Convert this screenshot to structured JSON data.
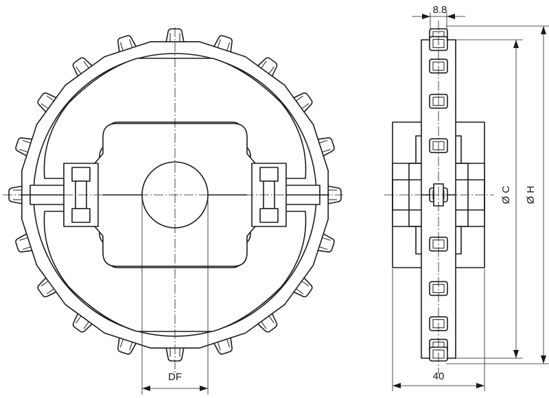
{
  "dimensions": {
    "tooth_width": "8.8",
    "df": "DF",
    "hub_width": "40",
    "dia_c": "Ø C",
    "dia_h": "Ø H"
  },
  "colors": {
    "line": "#1a1a1a",
    "background": "#ffffff"
  },
  "sprocket": {
    "teeth": 20
  }
}
